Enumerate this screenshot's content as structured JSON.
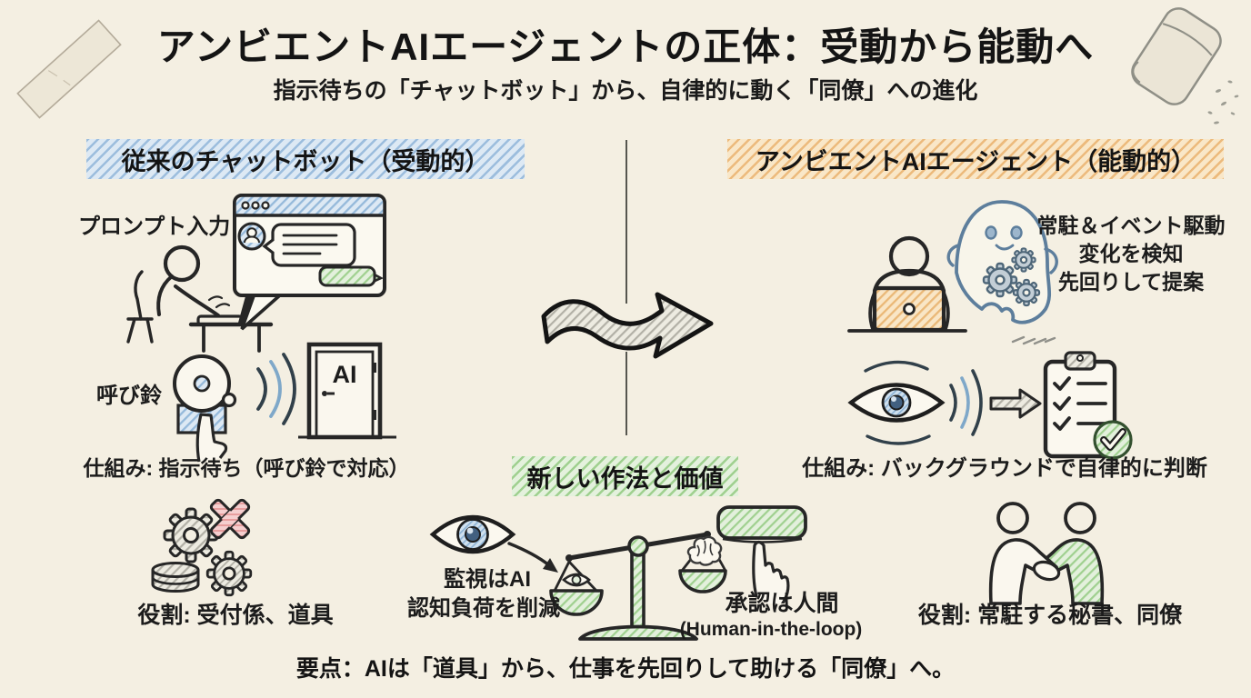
{
  "page": {
    "title": "アンビエントAIエージェントの正体：受動から能動へ",
    "subtitle": "指示待ちの「チャットボット」から、自律的に動く「同僚」への進化",
    "takeaway": "要点：AIは「道具」から、仕事を先回りして助ける「同僚」へ。"
  },
  "left_panel": {
    "header": "従来のチャットボット（受動的）",
    "prompt_label": "プロンプト入力",
    "bell_label": "呼び鈴",
    "door_label": "AI",
    "mechanism": "仕組み: 指示待ち（呼び鈴で対応）",
    "role": "役割: 受付係、道具"
  },
  "center_panel": {
    "header": "新しい作法と価値",
    "monitor_line1": "監視はAI",
    "monitor_line2": "認知負荷を削減",
    "approve_line1": "承認は人間",
    "approve_line2": "(Human-in-the-loop)"
  },
  "right_panel": {
    "header": "アンビエントAIエージェント（能動的）",
    "feature_line1": "常駐＆イベント駆動",
    "feature_line2": "変化を検知",
    "feature_line3": "先回りして提案",
    "mechanism": "仕組み: バックグラウンドで自律的に判断",
    "role": "役割: 常駐する秘書、同僚"
  },
  "icons": {
    "left": [
      "chat-window-icon",
      "person-typing-icon",
      "bell-icon",
      "pointing-hand-icon",
      "sound-waves-icon",
      "door-icon",
      "gears-icon",
      "database-icon",
      "red-x-icon"
    ],
    "center": [
      "transition-arrow-icon",
      "eye-icon",
      "curved-arrow-icon",
      "balance-scale-icon",
      "brain-icon",
      "approve-button-icon"
    ],
    "right": [
      "person-laptop-icon",
      "ghost-agent-icon",
      "watching-eye-icon",
      "right-arrow-icon",
      "checklist-icon",
      "check-circle-icon",
      "handshake-icon"
    ],
    "decorations": [
      "tape-decoration",
      "eraser-decoration",
      "divider-line"
    ]
  },
  "colors": {
    "background": "#f4efe2",
    "ink": "#1c1c1c",
    "blue_highlight": "#9cbddd",
    "orange_highlight": "#ecba7c",
    "green_highlight": "#9fd08f",
    "red_x": "#eda7a7",
    "ghost_blue": "#5d7e9c"
  }
}
